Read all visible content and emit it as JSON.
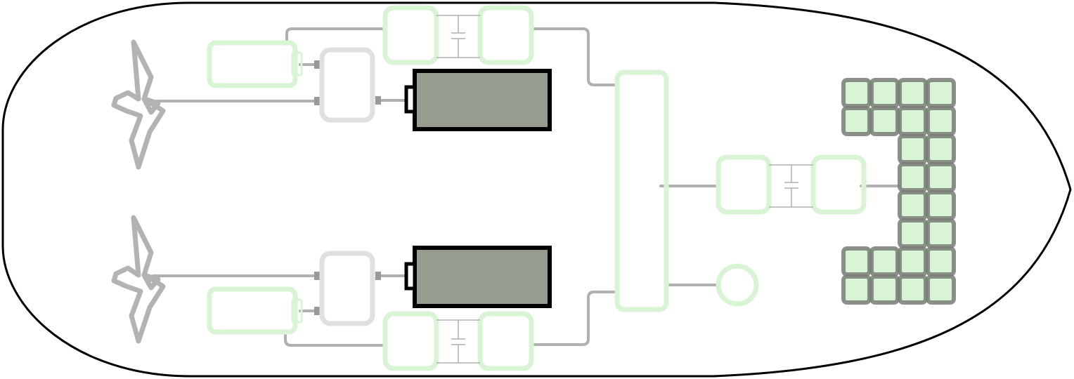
{
  "colors": {
    "hull": "#000000",
    "component_outline": "#d8f4d4",
    "motor_controller_outline": "#e0e0e0",
    "wire": "#b0b0b0",
    "wire_dark": "#999999",
    "battery_fill": "#979c91",
    "battery_outline": "#000000",
    "solar_fill": "#d8f4d4",
    "solar_outline": "#777c74",
    "propeller": "#b3b3b3"
  },
  "icons": {
    "propeller": "propeller-icon",
    "battery": "battery-icon",
    "capacitor": "capacitor-icon",
    "solar_cell": "solar-cell-icon",
    "load": "circle-load-icon"
  },
  "solar_array": {
    "rows": [
      [
        1,
        1,
        1,
        1
      ],
      [
        1,
        1,
        1,
        1
      ],
      [
        0,
        0,
        1,
        1
      ],
      [
        0,
        0,
        1,
        1
      ],
      [
        0,
        0,
        1,
        1
      ],
      [
        0,
        0,
        1,
        1
      ],
      [
        1,
        1,
        1,
        1
      ],
      [
        1,
        1,
        1,
        1
      ]
    ]
  }
}
